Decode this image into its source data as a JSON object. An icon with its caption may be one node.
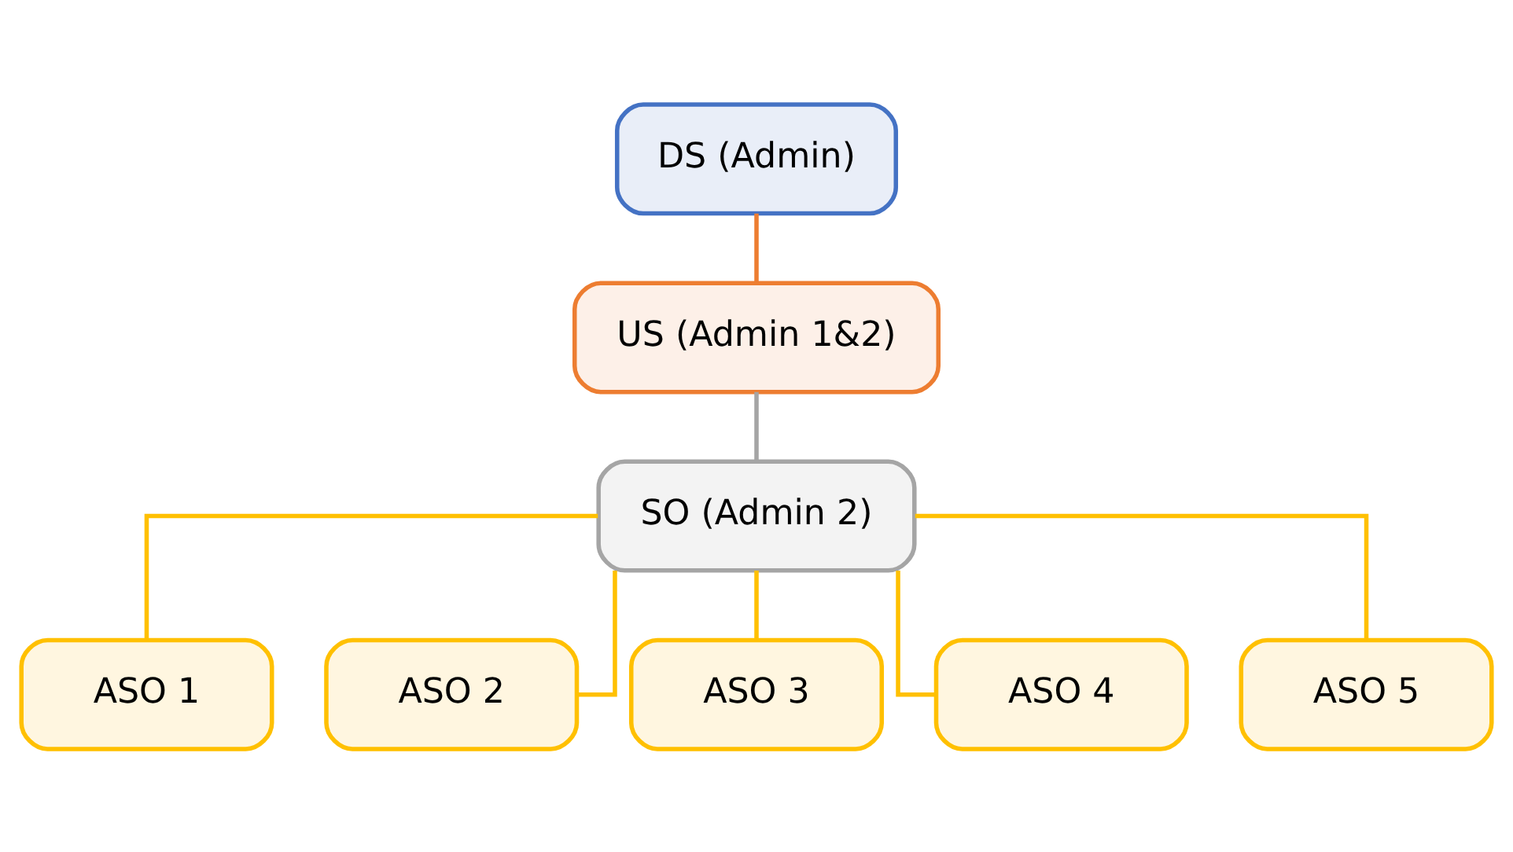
{
  "diagram": {
    "nodes": [
      {
        "text": [
          "DS (Admin)"
        ]
      },
      {
        "text": [
          "US (Admin 1&2)"
        ]
      },
      {
        "text": [
          "SO (Admin 2)"
        ]
      },
      {
        "text": [
          "ASO 1"
        ]
      },
      {
        "text": [
          "ASO 2"
        ]
      },
      {
        "text": [
          "ASO 3"
        ]
      },
      {
        "text": [
          "ASO 4"
        ]
      },
      {
        "text": [
          "ASO 5"
        ]
      }
    ],
    "edges": [
      {
        "from": 0,
        "to": 1,
        "arrow": "none",
        "color": "#ed7d31"
      },
      {
        "from": 1,
        "to": 2,
        "arrow": "none",
        "color": "#a5a5a5"
      },
      {
        "from": 2,
        "to": 3,
        "arrow": "none"
      },
      {
        "from": 2,
        "to": 4,
        "arrow": "none"
      },
      {
        "from": 2,
        "to": 5,
        "arrow": "none"
      },
      {
        "from": 2,
        "to": 6,
        "arrow": "none"
      },
      {
        "from": 2,
        "to": 7,
        "arrow": "none"
      }
    ]
  }
}
